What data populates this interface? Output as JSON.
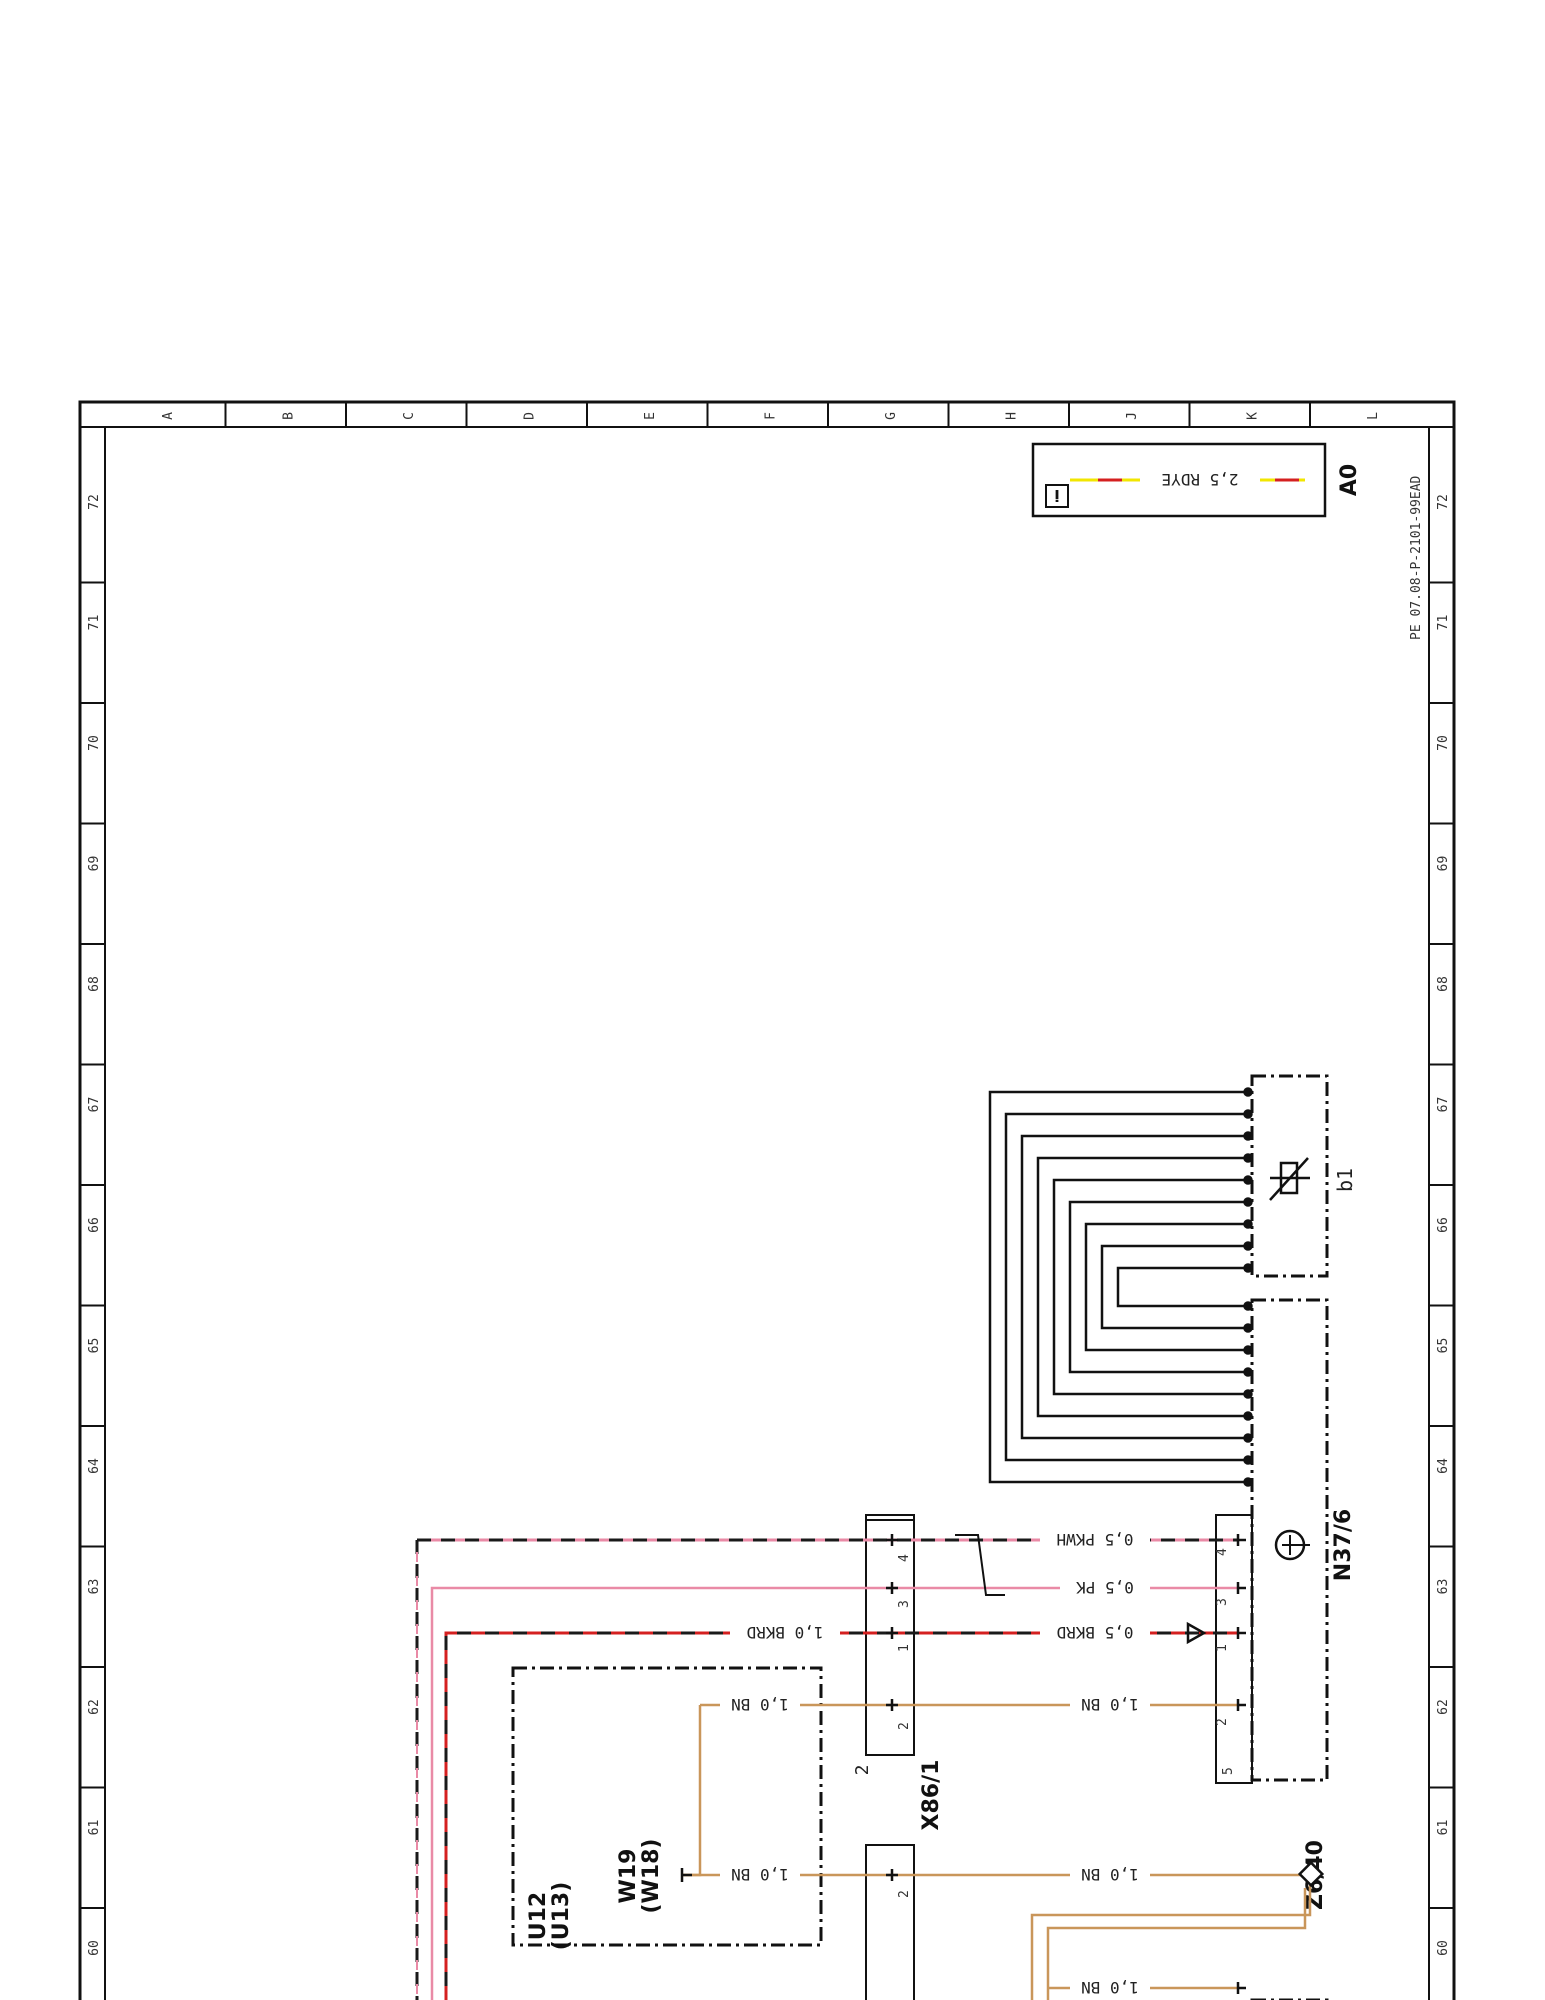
{
  "drawing_id": "PE 07.08-P-2101-99EAD",
  "grid": {
    "columns": [
      "A",
      "B",
      "C",
      "D",
      "E",
      "F",
      "G",
      "H",
      "J",
      "K",
      "L"
    ],
    "rows": [
      "72",
      "71",
      "70",
      "69",
      "68",
      "67",
      "66",
      "65",
      "64",
      "63",
      "62",
      "61",
      "60"
    ]
  },
  "legend": {
    "info_icon": "info-icon",
    "wire_label": "2,5 RDYE",
    "tag": "A0",
    "colors": {
      "red": "#d42020",
      "yellow": "#f2e600"
    }
  },
  "components": {
    "n37_6": "N37/6",
    "b1": "b1",
    "x86_1": "X86/1",
    "x86_1_side": "2",
    "z6_40": "Z6/40",
    "u12": "U12",
    "u13": "(U13)",
    "w19": "W19",
    "w18": "(W18)"
  },
  "pins": {
    "n37_6": [
      "4",
      "3",
      "1",
      "2",
      "5"
    ],
    "x86_1": [
      "4",
      "3",
      "1",
      "2"
    ],
    "x_lower": [
      "2"
    ]
  },
  "wires": {
    "pkwh": "0,5 PKWH",
    "pk": "0,5 PK",
    "bkrd_05": "0,5 BKRD",
    "bkrd_10": "1,0 BKRD",
    "bn_right": "1,0 BN",
    "bn_left": "1,0 BN",
    "bn_z6": "1,0 BN",
    "bn_w19": "1,0 BN",
    "bn_bottom": "1,0 BN"
  },
  "wire_colors": {
    "brown": "#c9965a",
    "pink": "#e98aa6",
    "black": "#1a1a1a",
    "red": "#d42020"
  }
}
